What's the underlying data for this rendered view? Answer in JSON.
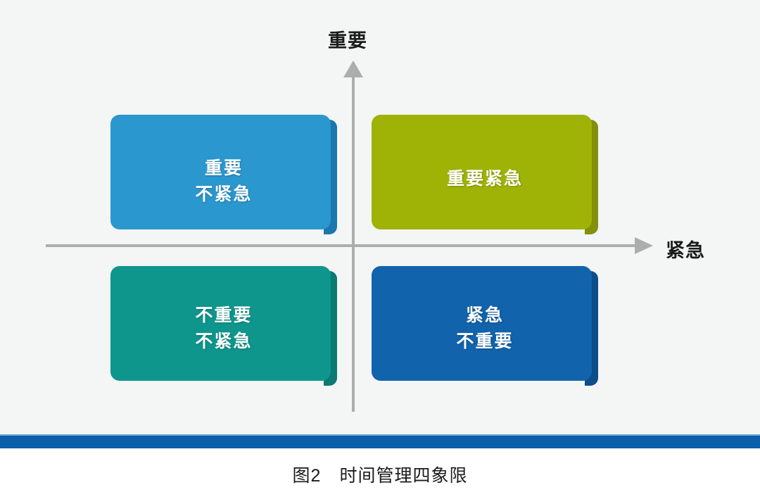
{
  "figure": {
    "caption": "图2　时间管理四象限",
    "background_color": "#f4f5f5",
    "page_background_color": "#ffffff"
  },
  "axes": {
    "vertical": {
      "label": "重要",
      "direction": "up",
      "color": "#adadad"
    },
    "horizontal": {
      "label": "紧急",
      "direction": "right",
      "color": "#adadad"
    }
  },
  "quadrants": [
    {
      "id": "important-not-urgent",
      "position": "top-left",
      "lines": [
        "重要",
        "不紧急"
      ],
      "face_color": "#2a97ce",
      "side_color": "#1c77ae",
      "text_color": "#ffffff"
    },
    {
      "id": "important-urgent",
      "position": "top-right",
      "lines": [
        "重要紧急"
      ],
      "face_color": "#9fb206",
      "side_color": "#82900b",
      "text_color": "#ffffff"
    },
    {
      "id": "not-important-not-urgent",
      "position": "bottom-left",
      "lines": [
        "不重要",
        "不紧急"
      ],
      "face_color": "#0e968d",
      "side_color": "#0a7a73",
      "text_color": "#ffffff"
    },
    {
      "id": "urgent-not-important",
      "position": "bottom-right",
      "lines": [
        "紧急",
        "不重要"
      ],
      "face_color": "#1163ac",
      "side_color": "#0c4e89",
      "text_color": "#ffffff"
    }
  ],
  "divider": {
    "bar_color": "#0b5ea8",
    "highlight_color": "#6fa8d0"
  }
}
